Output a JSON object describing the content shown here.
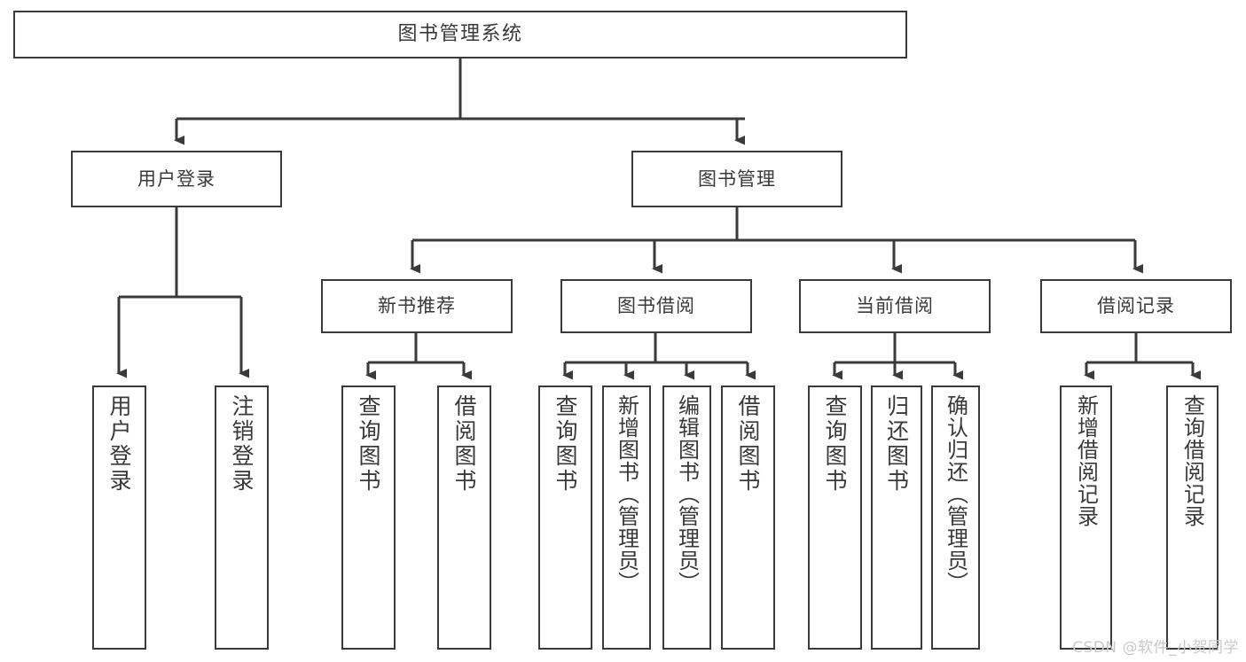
{
  "diagram": {
    "title": "图书管理系统",
    "type": "hierarchy-tree",
    "background_color": "#ffffff",
    "stroke_color": "#3a3a3a",
    "text_color": "#39393b",
    "root": {
      "label": "图书管理系统",
      "level": 0
    },
    "level1": [
      {
        "label": "用户登录"
      },
      {
        "label": "图书管理"
      }
    ],
    "level2": [
      {
        "label": "新书推荐"
      },
      {
        "label": "图书借阅"
      },
      {
        "label": "当前借阅"
      },
      {
        "label": "借阅记录"
      }
    ],
    "leaves": {
      "user_login": [
        {
          "label": "用户登录"
        },
        {
          "label": "注销登录"
        }
      ],
      "new_book_recommend": [
        {
          "label": "查询图书"
        },
        {
          "label": "借阅图书"
        }
      ],
      "book_borrow": [
        {
          "label": "查询图书"
        },
        {
          "label": "新增图书（管理员）"
        },
        {
          "label": "编辑图书（管理员）"
        },
        {
          "label": "借阅图书"
        }
      ],
      "current_borrow": [
        {
          "label": "查询图书"
        },
        {
          "label": "归还图书"
        },
        {
          "label": "确认归还（管理员）"
        }
      ],
      "borrow_records": [
        {
          "label": "新增借阅记录"
        },
        {
          "label": "查询借阅记录"
        }
      ]
    }
  },
  "watermark": {
    "text": "CSDN @软件_小贺同学"
  }
}
